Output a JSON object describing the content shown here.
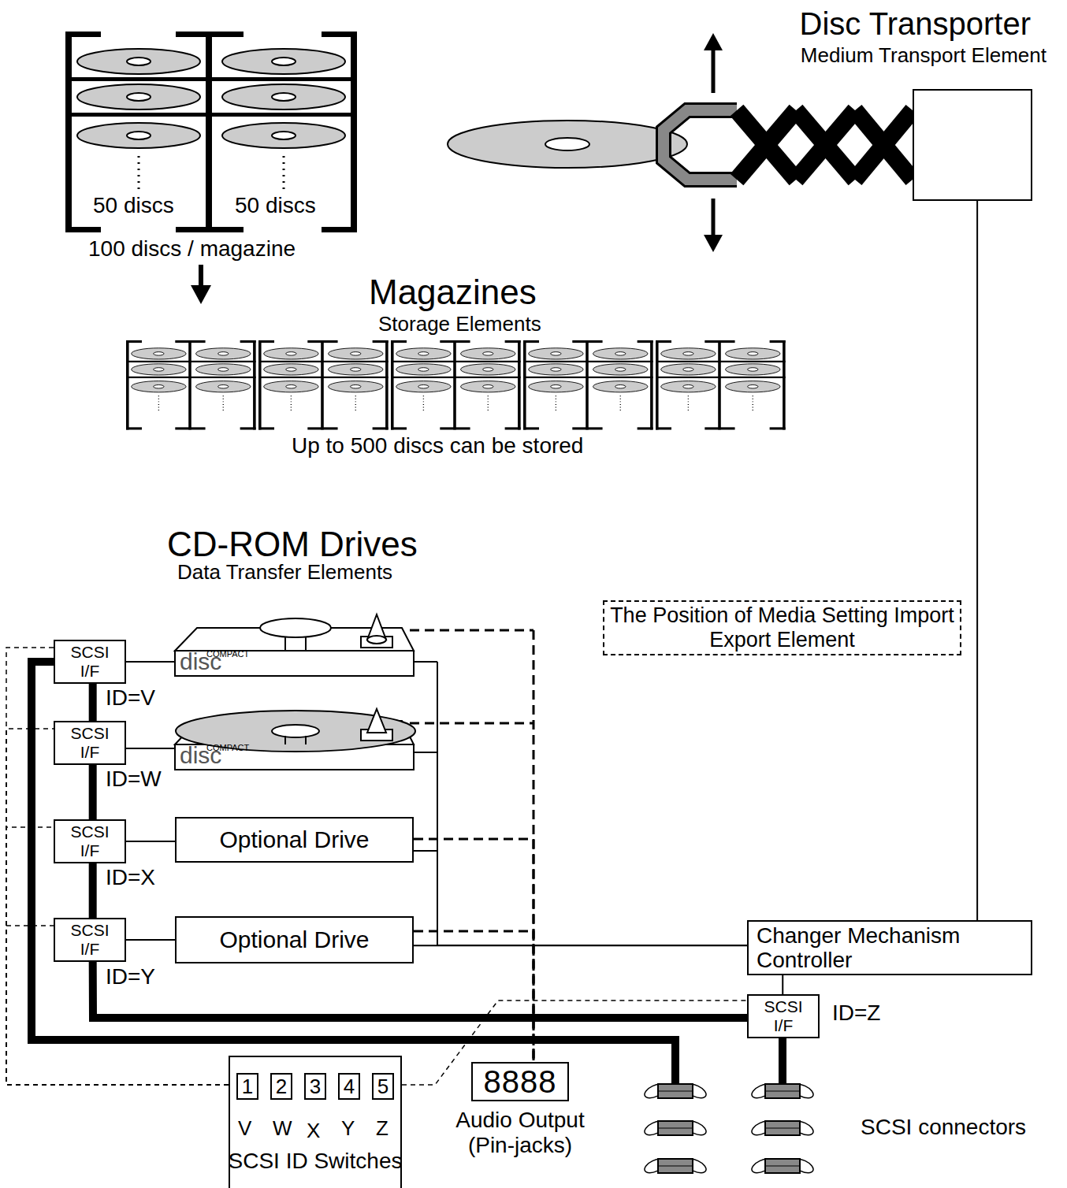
{
  "diagram": {
    "nodes": [
      {
        "text": [
          "Disc Transporter",
          "Medium Transport Element"
        ]
      },
      {
        "text": [
          "The Position of Media Setting Import Export Element"
        ]
      },
      {
        "text": [
          "SCSI I/F"
        ]
      },
      {
        "text": [
          "SCSI I/F"
        ]
      },
      {
        "text": [
          "SCSI I/F"
        ]
      },
      {
        "text": [
          "Optional Drive"
        ]
      },
      {
        "text": [
          "SCSI I/F"
        ]
      },
      {
        "text": [
          "Optional Drive"
        ]
      },
      {
        "text": [
          "Changer Mechanism Controller"
        ]
      },
      {
        "text": [
          "SCSI I/F"
        ]
      },
      {
        "text": [
          "SCSI ID Switches"
        ]
      },
      {
        "text": [
          "1"
        ],
        "in": 10
      },
      {
        "text": [
          "2"
        ],
        "in": 10
      },
      {
        "text": [
          "3"
        ],
        "in": 10
      },
      {
        "text": [
          "4"
        ],
        "in": 10
      },
      {
        "text": [
          "5"
        ],
        "in": 10
      },
      {
        "text": [
          "8888",
          "Audio Output (Pin-jacks)"
        ]
      }
    ],
    "edges": [
      {
        "from": 2,
        "to": 3,
        "arrow": "none"
      },
      {
        "from": 3,
        "to": 4,
        "arrow": "none"
      },
      {
        "from": 4,
        "to": 6,
        "arrow": "none"
      },
      {
        "from": 6,
        "to": 9,
        "arrow": "none"
      },
      {
        "from": 4,
        "to": 5,
        "arrow": "none"
      },
      {
        "from": 6,
        "to": 7,
        "arrow": "none"
      },
      {
        "from": 5,
        "to": 8,
        "arrow": "none"
      },
      {
        "from": 7,
        "to": 8,
        "arrow": "none"
      },
      {
        "from": 8,
        "to": 9,
        "arrow": "none"
      },
      {
        "from": 8,
        "to": 0,
        "arrow": "none"
      },
      {
        "from": 5,
        "to": 16,
        "arrow": "none"
      },
      {
        "from": 7,
        "to": 16,
        "arrow": "none"
      },
      {
        "from": 10,
        "to": 2,
        "arrow": "none"
      },
      {
        "from": 10,
        "to": 3,
        "arrow": "none"
      },
      {
        "from": 10,
        "to": 4,
        "arrow": "none"
      },
      {
        "from": 10,
        "to": 6,
        "arrow": "none"
      },
      {
        "from": 10,
        "to": 9,
        "arrow": "none"
      }
    ],
    "labels": [
      "50 discs",
      "50 discs",
      "100 discs / magazine",
      "Magazines",
      "Storage Elements",
      "Up to 500 discs can be stored",
      "CD-ROM Drives",
      "Data Transfer Elements",
      "COMPACT",
      "disc",
      "ID=V",
      "COMPACT",
      "disc",
      "ID=W",
      "ID=X",
      "ID=Y",
      "ID=Z",
      "V",
      "W",
      "X",
      "Y",
      "Z",
      "SCSI connectors"
    ]
  }
}
